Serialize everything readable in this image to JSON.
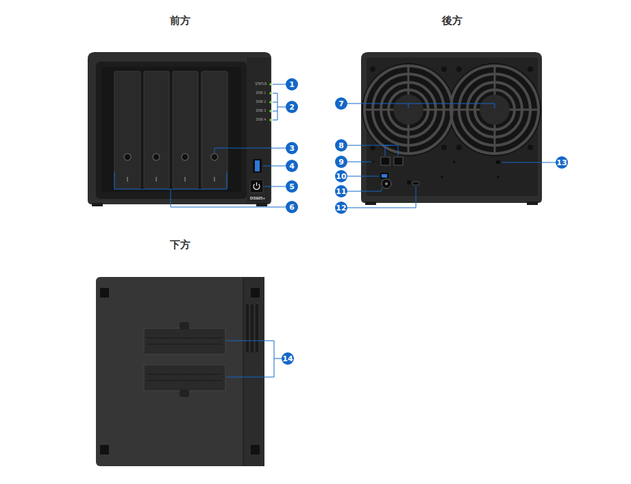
{
  "diagram": {
    "labels": [
      "前方",
      "後方",
      "STATUS",
      "DISK 1",
      "DISK 2",
      "DISK 3",
      "DISK 4",
      "DS925+",
      "1",
      "2",
      "3",
      "4",
      "5",
      "6",
      "7",
      "8",
      "9",
      "10",
      "11",
      "12",
      "13",
      "下方",
      "14"
    ]
  }
}
